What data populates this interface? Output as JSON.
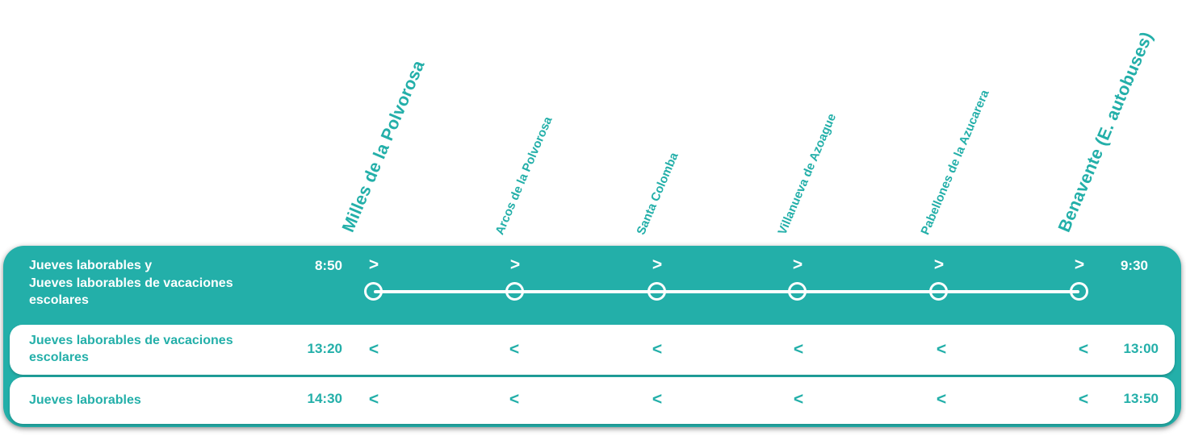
{
  "theme": {
    "accent_teal": "#23AFA9",
    "card_white": "#ffffff"
  },
  "stations": [
    {
      "name": "Milles de la Polvorosa"
    },
    {
      "name": "Arcos de la Polvorosa"
    },
    {
      "name": "Santa Colomba"
    },
    {
      "name": "Villanueva de Azoague"
    },
    {
      "name": "Pabellones de la Azucarera"
    },
    {
      "name": "Benavente (E. autobuses)"
    }
  ],
  "rows": [
    {
      "label_lines": [
        "Jueves laborables y",
        "Jueves laborables de vacaciones",
        "escolares"
      ],
      "departure_time": "8:50",
      "arrival_time": "9:30",
      "chevron": ">"
    },
    {
      "label_lines": [
        "Jueves laborables de vacaciones",
        "escolares"
      ],
      "departure_time": "13:20",
      "arrival_time": "13:00",
      "chevron": "<"
    },
    {
      "label_lines": [
        "Jueves laborables"
      ],
      "departure_time": "14:30",
      "arrival_time": "13:50",
      "chevron": "<"
    }
  ]
}
